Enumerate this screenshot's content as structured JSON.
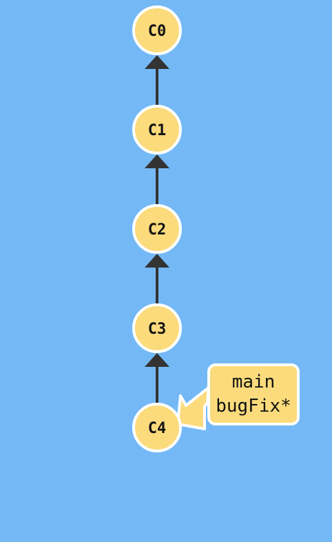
{
  "commits": [
    {
      "id": "C0"
    },
    {
      "id": "C1"
    },
    {
      "id": "C2"
    },
    {
      "id": "C3"
    },
    {
      "id": "C4"
    }
  ],
  "branch_label": {
    "target": "C4",
    "lines": [
      "main",
      "bugFix*"
    ]
  },
  "colors": {
    "background": "#74b9f6",
    "commit_fill": "#fbdb7b",
    "commit_stroke": "#ffffff",
    "edge": "#333333"
  }
}
